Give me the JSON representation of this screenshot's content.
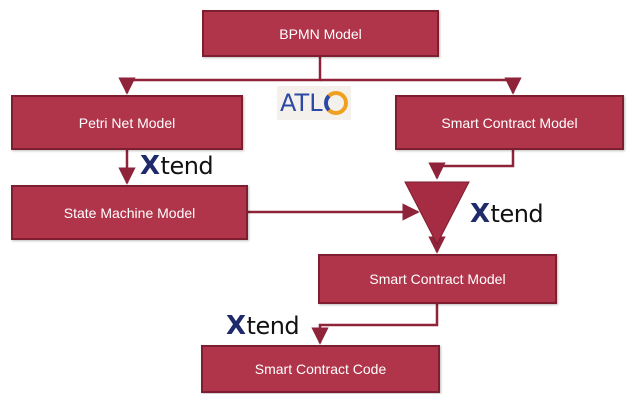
{
  "nodes": {
    "bpmn": "BPMN Model",
    "petri": "Petri Net Model",
    "smart_contract_1": "Smart Contract Model",
    "state_machine": "State Machine Model",
    "smart_contract_2": "Smart Contract Model",
    "code": "Smart Contract Code"
  },
  "logos": {
    "atl": "ATL",
    "xtend_1": "tend",
    "xtend_2": "tend",
    "xtend_3": "tend",
    "xtend_mark": "X"
  },
  "colors": {
    "box": "#b0344a",
    "box_border": "#7e1e31",
    "arrow": "#8e2339",
    "merge_triangle": "#a52c43"
  }
}
